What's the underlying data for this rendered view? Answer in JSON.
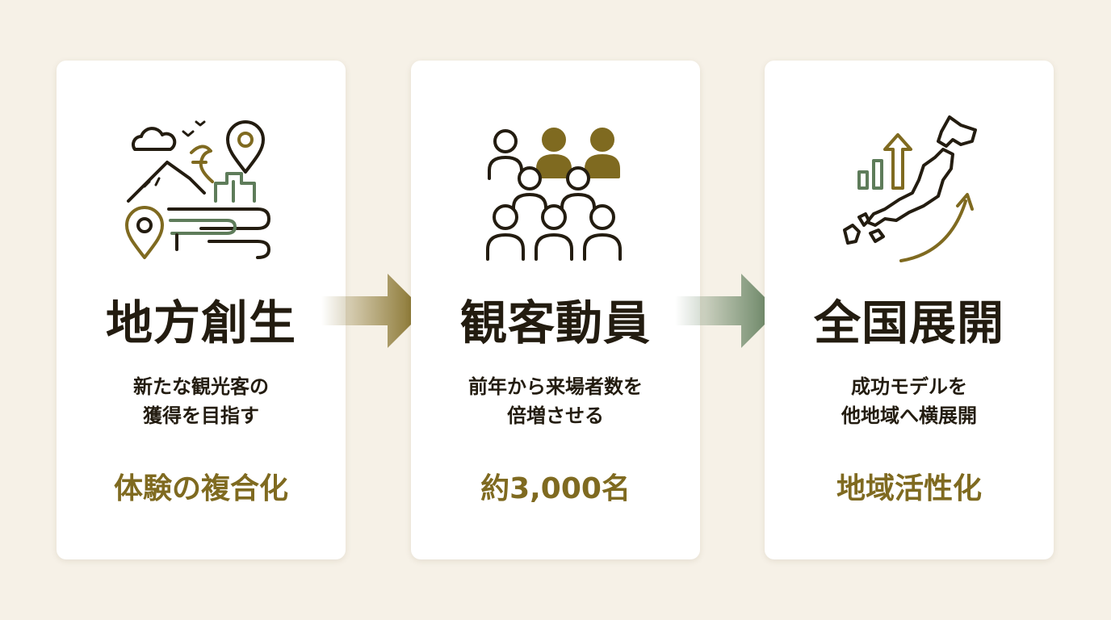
{
  "steps": [
    {
      "icon": "regional-landscape-icon",
      "title": "地方創生",
      "desc_line1": "新たな観光客の",
      "desc_line2": "獲得を目指す",
      "highlight": "体験の複合化"
    },
    {
      "icon": "people-group-icon",
      "title": "観客動員",
      "desc_line1": "前年から来場者数を",
      "desc_line2": "倍増させる",
      "highlight": "約3,000名"
    },
    {
      "icon": "japan-map-growth-icon",
      "title": "全国展開",
      "desc_line1": "成功モデルを",
      "desc_line2": "他地域へ横展開",
      "highlight": "地域活性化"
    }
  ],
  "colors": {
    "background": "#f6f1e7",
    "card": "#ffffff",
    "text_dark": "#231c10",
    "accent_gold": "#7f6a20",
    "accent_green": "#5e7c5a"
  }
}
